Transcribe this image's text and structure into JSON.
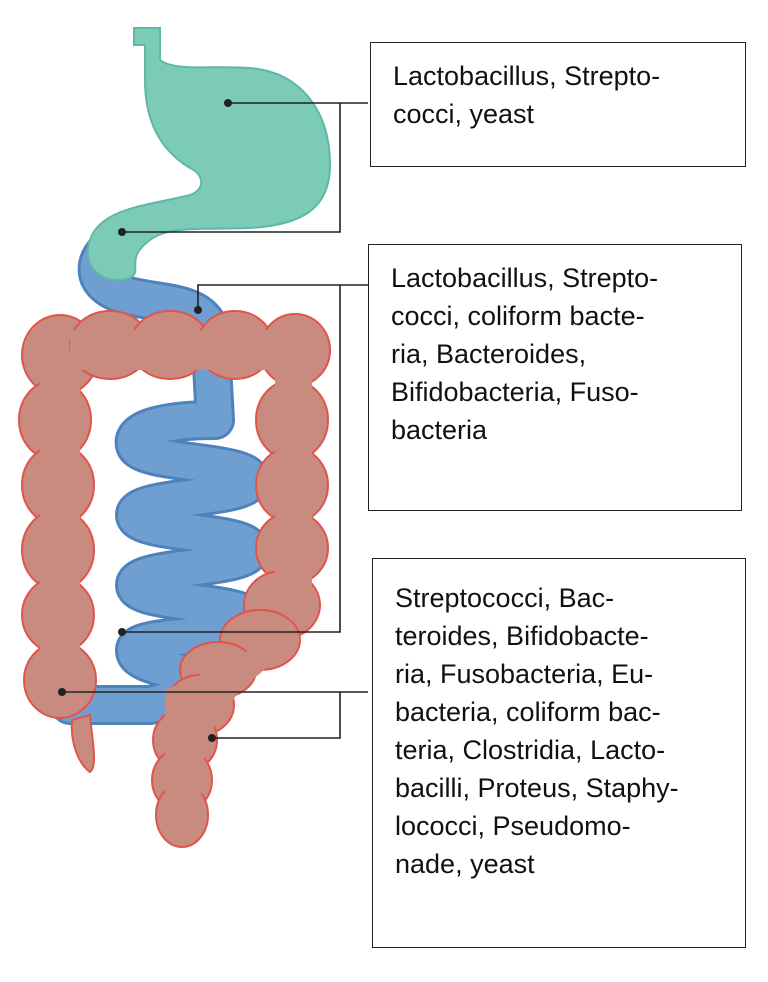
{
  "diagram": {
    "colors": {
      "stomach_fill": "#7ccbb6",
      "stomach_stroke": "#5fb7a6",
      "small_intestine_fill": "#6f9fd1",
      "large_intestine_fill": "#c98a7f",
      "large_intestine_stroke": "#e0554b",
      "leader_line": "#222222"
    },
    "labels": {
      "stomach": "Lactobacillus, Strepto-\ncocci, yeast",
      "small_intestine": "Lactobacillus, Strepto-\ncocci, coliform bacte-\nria, Bacteroides,\nBifidobacteria, Fuso-\nbacteria",
      "large_intestine": "Streptococci, Bac-\nteroides, Bifidobacte-\nria, Fusobacteria, Eu-\nbacteria, coliform bac-\nteria, Clostridia, Lacto-\nbacilli, Proteus, Staphy-\nlococci, Pseudomo-\nnade, yeast"
    }
  }
}
